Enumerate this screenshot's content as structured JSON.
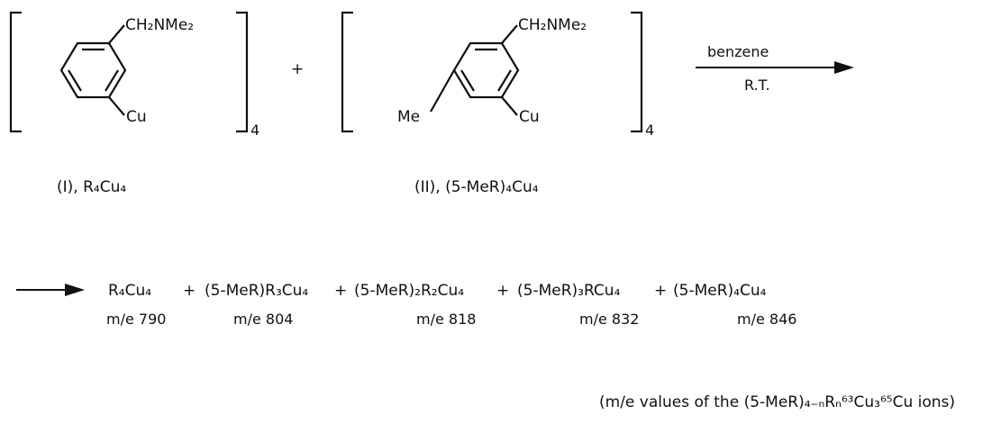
{
  "reactant1": {
    "substituent": "CH₂NMe₂",
    "metal": "Cu",
    "subscript": "4",
    "caption": "(I), R₄Cu₄"
  },
  "reactant2": {
    "substituent": "CH₂NMe₂",
    "metal": "Cu",
    "methyl": "Me",
    "subscript": "4",
    "caption": "(II), (5-MeR)₄Cu₄"
  },
  "plus": "+",
  "conditions": {
    "solvent": "benzene",
    "temperature": "R.T."
  },
  "products": [
    {
      "formula": "R₄Cu₄",
      "mass": "m/e 790"
    },
    {
      "formula": "(5-MeR)R₃Cu₄",
      "mass": "m/e 804"
    },
    {
      "formula": "(5-MeR)₂R₂Cu₄",
      "mass": "m/e 818"
    },
    {
      "formula": "(5-MeR)₃RCu₄",
      "mass": "m/e 832"
    },
    {
      "formula": "(5-MeR)₄Cu₄",
      "mass": "m/e 846"
    }
  ],
  "footnote": "(m/e values of the (5-MeR)₄₋ₙRₙ⁶³Cu₃⁶⁵Cu ions)"
}
